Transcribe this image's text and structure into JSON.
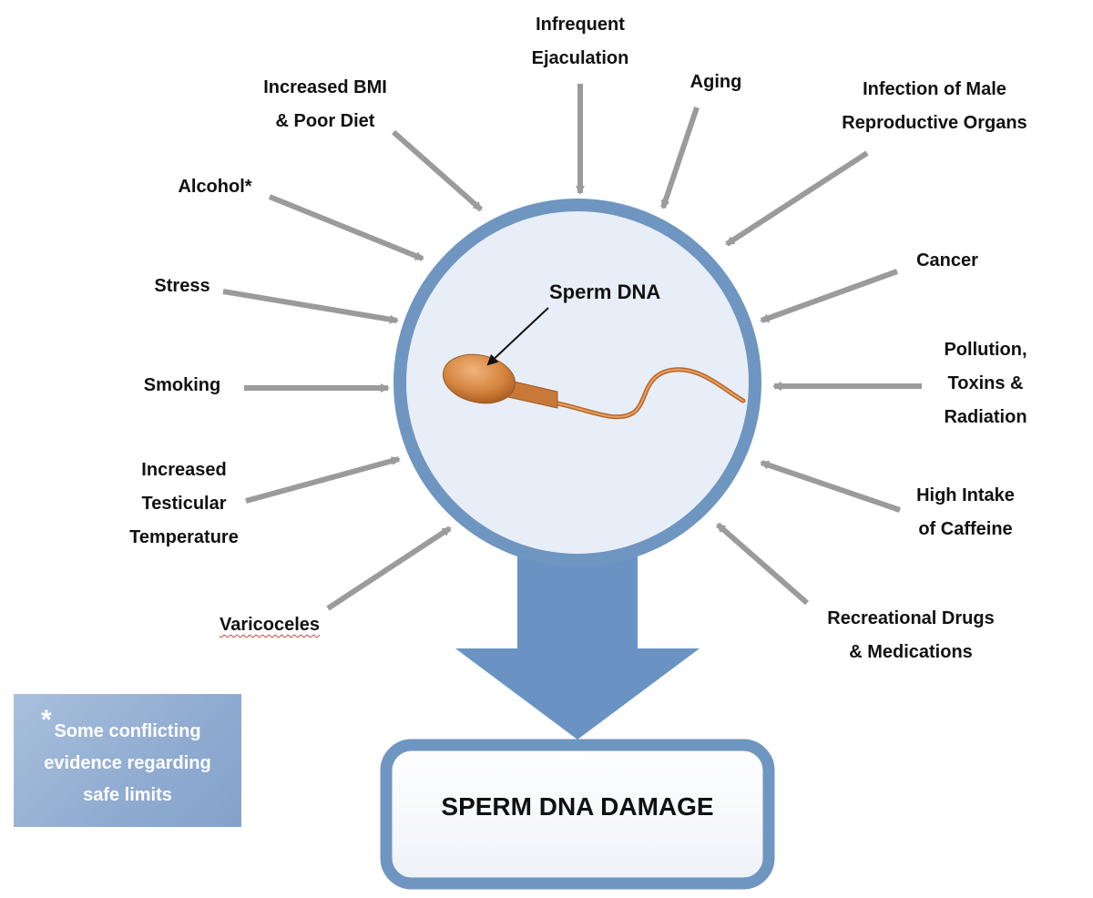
{
  "diagram": {
    "center_label": "Sperm DNA",
    "outcome_label": "SPERM DNA DAMAGE",
    "note": {
      "marker": "*",
      "text": "Some conflicting\nevidence regarding\nsafe limits"
    },
    "factors": {
      "infrequent_ejaculation": "Infrequent\nEjaculation",
      "aging": "Aging",
      "infection": "Infection of Male\nReproductive Organs",
      "increased_bmi": "Increased BMI\n& Poor Diet",
      "alcohol": "Alcohol*",
      "stress": "Stress",
      "smoking": "Smoking",
      "testicular_temp": "Increased\nTesticular\nTemperature",
      "varicoceles": "Varicoceles",
      "cancer": "Cancer",
      "pollution": "Pollution,\nToxins &\nRadiation",
      "caffeine": "High Intake\nof Caffeine",
      "drugs": "Recreational Drugs\n& Medications"
    },
    "colors": {
      "ring": "#6f95c1",
      "circle_fill": "#e8eef8",
      "arrow_gray": "#9b9b9b",
      "big_arrow": "#6a93c4",
      "sperm": "#c87838"
    }
  }
}
